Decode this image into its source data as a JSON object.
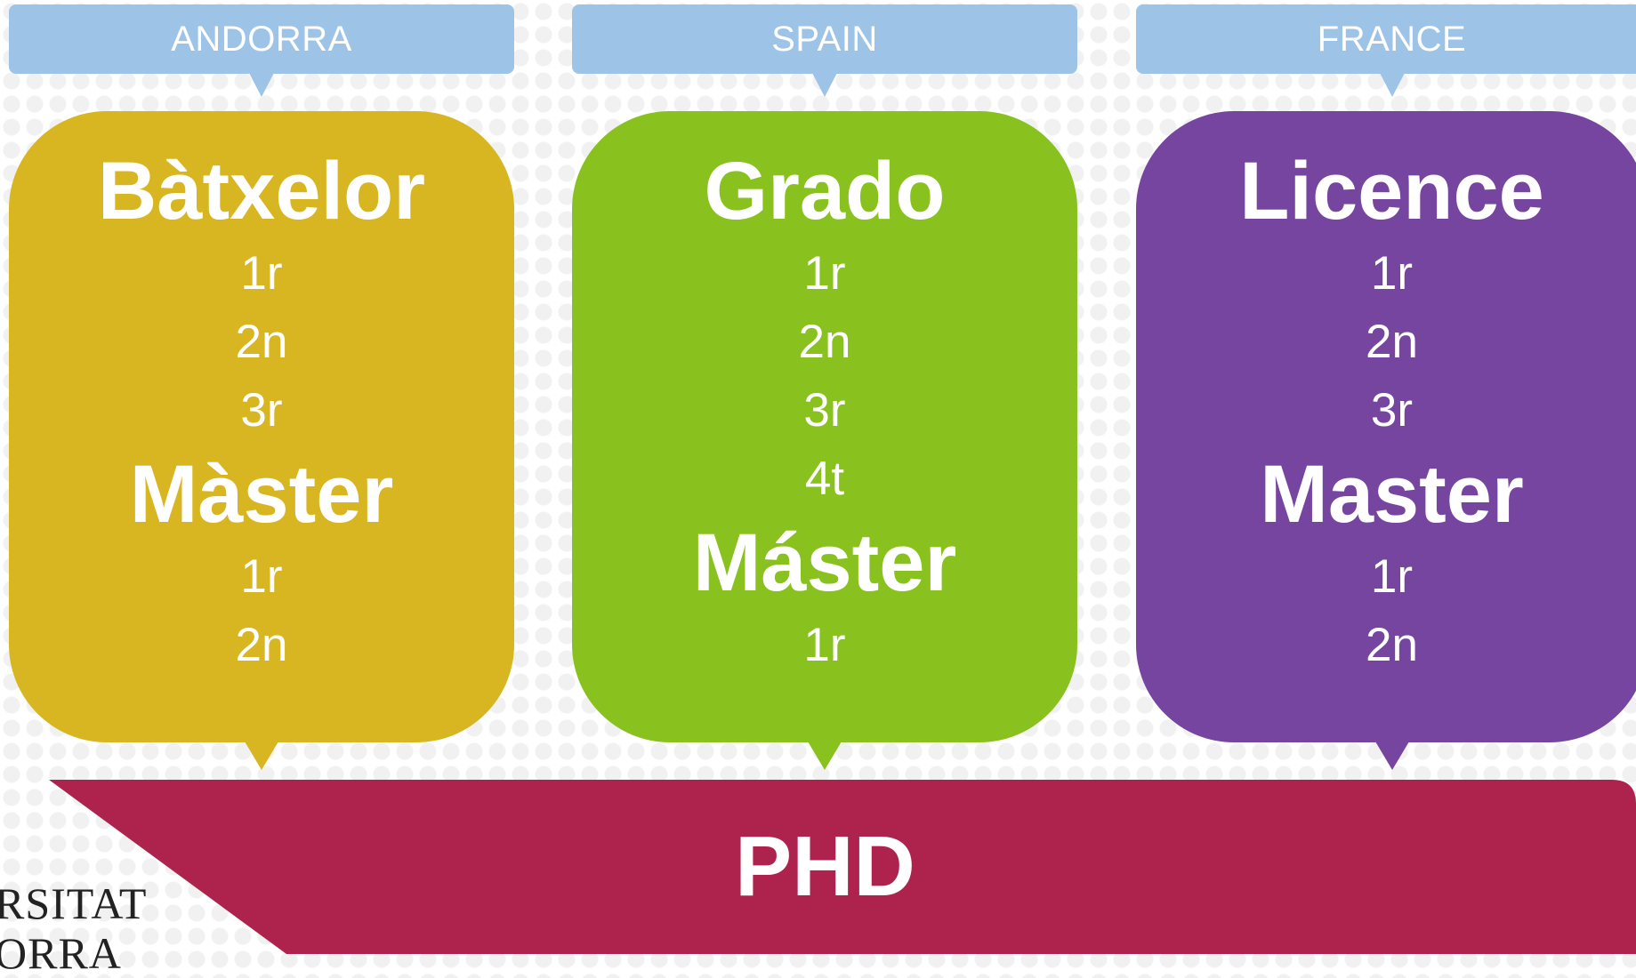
{
  "countries": [
    {
      "name": "ANDORRA",
      "color": "#d8b621",
      "first_degree": "Bàtxelor",
      "first_years": [
        "1r",
        "2n",
        "3r"
      ],
      "second_degree": "Màster",
      "second_years": [
        "1r",
        "2n"
      ]
    },
    {
      "name": "SPAIN",
      "color": "#89c21e",
      "first_degree": "Grado",
      "first_years": [
        "1r",
        "2n",
        "3r",
        "4t"
      ],
      "second_degree": "Máster",
      "second_years": [
        "1r"
      ]
    },
    {
      "name": "FRANCE",
      "color": "#7645a0",
      "first_degree": "Licence",
      "first_years": [
        "1r",
        "2n",
        "3r"
      ],
      "second_degree": "Master",
      "second_years": [
        "1r",
        "2n"
      ]
    }
  ],
  "phd": {
    "label": "PHD",
    "color": "#ad234d"
  },
  "tab_color": "#9dc3e6",
  "logo": {
    "line1": "RSITAT",
    "line2": "ORRA"
  }
}
